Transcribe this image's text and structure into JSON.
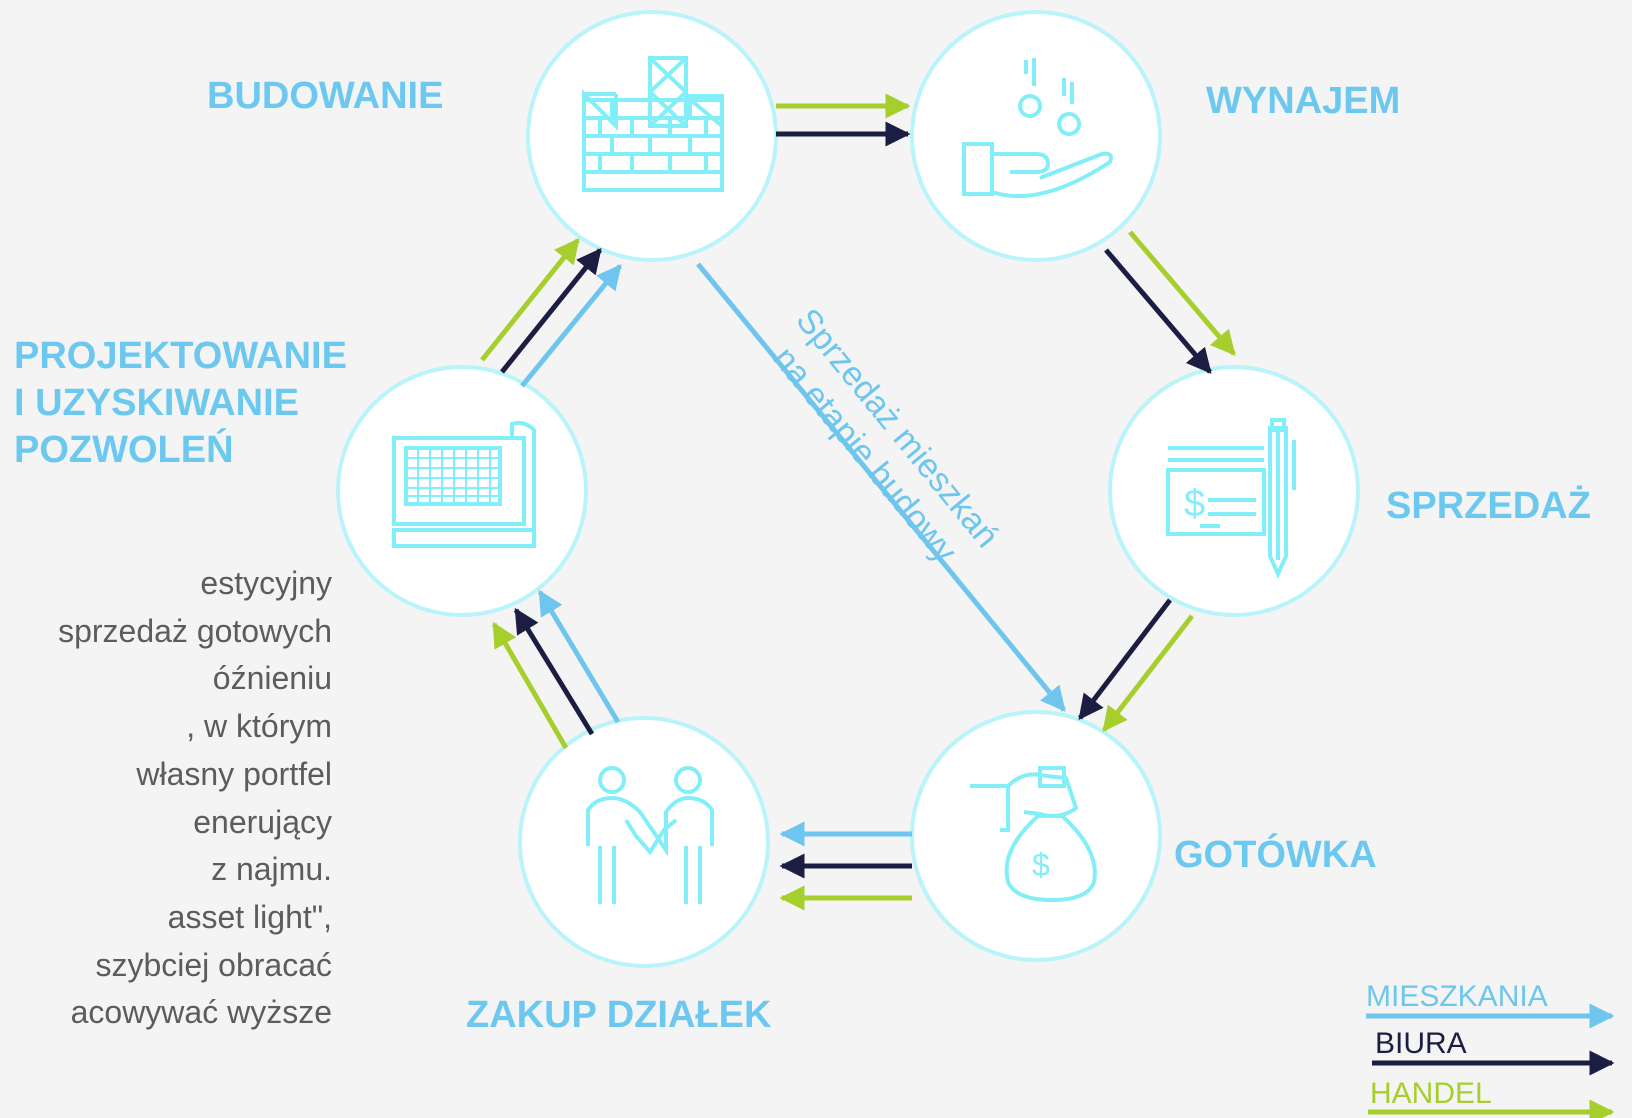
{
  "stages": {
    "budowanie": "BUDOWANIE",
    "wynajem": "WYNAJEM",
    "projektowanie": [
      "PROJEKTOWANIE",
      "I UZYSKIWANIE",
      "POZWOLEŃ"
    ],
    "sprzedaz": "SPRZEDAŻ",
    "gotowka": "GOTÓWKA",
    "zakup": "ZAKUP DZIAŁEK"
  },
  "diagonal_label": [
    "Sprzedaż mieszkań",
    "na etapie budowy"
  ],
  "side_text": [
    "estycyjny",
    "sprzedaż gotowych",
    "óźnieniu",
    ", w którym",
    "własny portfel",
    "enerujący",
    "z najmu.",
    "asset light\",",
    "szybciej obracać",
    "acowywać wyższe"
  ],
  "legend": [
    {
      "label": "MIESZKANIA",
      "color": "#6ec6ee"
    },
    {
      "label": "BIURA",
      "color": "#1c1d42"
    },
    {
      "label": "HANDEL",
      "color": "#a6cf2e"
    }
  ],
  "icons": {
    "budowanie": "construction-icon",
    "wynajem": "rent-coins-hand-icon",
    "projektowanie": "blueprint-icon",
    "sprzedaz": "cheque-pen-icon",
    "gotowka": "money-bag-hand-icon",
    "zakup": "handshake-people-icon"
  },
  "colors": {
    "accent": "#6cc8ef",
    "circle_stroke": "#b8f4fa",
    "icon": "#82eef8",
    "mieszkania": "#6ec6ee",
    "biura": "#1c1d42",
    "handel": "#a6cf2e"
  }
}
